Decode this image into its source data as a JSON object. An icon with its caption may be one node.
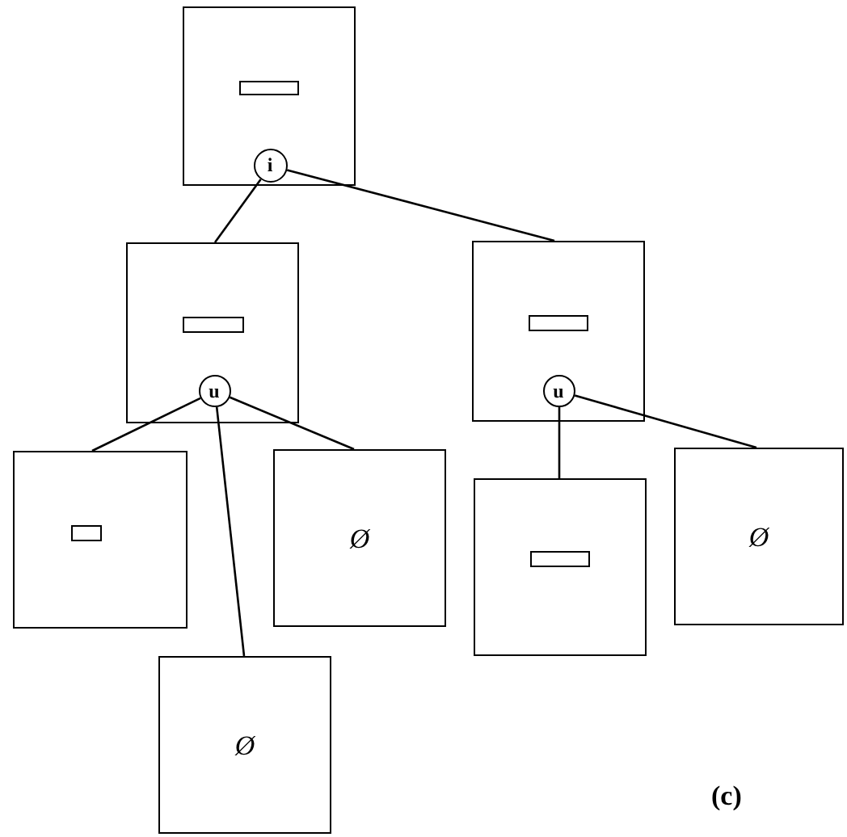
{
  "diagram": {
    "nodes": [
      {
        "text": [],
        "shape": "box"
      },
      {
        "text": [],
        "shape": "bar",
        "in": 0
      },
      {
        "text": [
          "i"
        ],
        "in": 0
      },
      {
        "text": [],
        "shape": "box"
      },
      {
        "text": [],
        "shape": "bar",
        "in": 3
      },
      {
        "text": [
          "u"
        ],
        "in": 3
      },
      {
        "text": [],
        "shape": "box"
      },
      {
        "text": [],
        "shape": "bar",
        "in": 6
      },
      {
        "text": [
          "u"
        ],
        "in": 6
      },
      {
        "text": [],
        "shape": "box"
      },
      {
        "text": [],
        "shape": "bar",
        "in": 9
      },
      {
        "text": [
          "Ø"
        ]
      },
      {
        "text": [],
        "shape": "box"
      },
      {
        "text": [],
        "shape": "bar",
        "in": 12
      },
      {
        "text": [
          "Ø"
        ]
      },
      {
        "text": [
          "Ø"
        ]
      }
    ],
    "edges": [
      {
        "from": 2,
        "to": 3,
        "arrow": "none"
      },
      {
        "from": 2,
        "to": 6,
        "arrow": "none"
      },
      {
        "from": 5,
        "to": 9,
        "arrow": "none"
      },
      {
        "from": 5,
        "to": 15,
        "arrow": "none"
      },
      {
        "from": 5,
        "to": 11,
        "arrow": "none"
      },
      {
        "from": 8,
        "to": 12,
        "arrow": "none"
      },
      {
        "from": 8,
        "to": 14,
        "arrow": "none"
      }
    ],
    "labels": [
      "(c)"
    ]
  }
}
